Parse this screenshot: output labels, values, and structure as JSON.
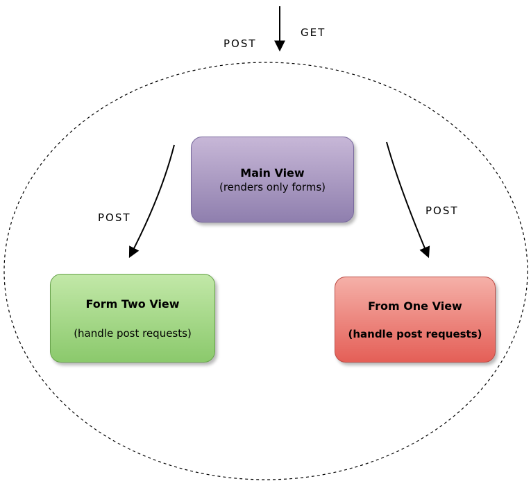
{
  "labels": {
    "post_top": "POST",
    "get_top": "GET",
    "post_left": "POST",
    "post_right": "POST"
  },
  "nodes": {
    "main": {
      "title": "Main View",
      "subtitle": "(renders only forms)"
    },
    "form_two": {
      "title": "Form Two View",
      "subtitle": "(handle post requests)"
    },
    "form_one": {
      "title": "From One View",
      "subtitle": "(handle post requests)"
    }
  },
  "colors": {
    "main_top": "#c7b7d7",
    "main_bottom": "#8f7fae",
    "main_border": "#77689c",
    "green_top": "#c2e8a8",
    "green_bottom": "#8bc96c",
    "green_border": "#67a24b",
    "red_top": "#f5b0a8",
    "red_bottom": "#e45f57",
    "red_border": "#bb4b44",
    "line": "#000000"
  }
}
